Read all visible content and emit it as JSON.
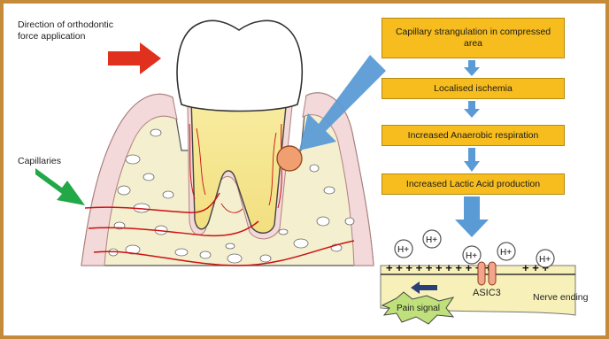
{
  "labels": {
    "force_direction": "Direction of orthodontic force application",
    "capillaries": "Capillaries",
    "channel": "ASIC3",
    "nerve_ending": "Nerve ending",
    "pain_signal": "Pain signal"
  },
  "flow_steps": [
    "Capillary strangulation in compressed area",
    "Localised  ischemia",
    "Increased Anaerobic respiration",
    "Increased Lactic Acid production"
  ],
  "ions": [
    "H+",
    "H+",
    "H+",
    "H+",
    "H+"
  ],
  "colors": {
    "frame": "#c58a3a",
    "step_box": "#f7bd1e",
    "flow_arrow": "#5b9bd5",
    "force_arrow": "#e0301e",
    "capillary_arrow": "#22a846",
    "capillary": "#cc1111",
    "gum": "#f3d9d9",
    "bone": "#f4efcf",
    "root": "#f4e488",
    "crown": "#ffffff",
    "compression_zone": "#f0a070",
    "channel": "#f2a58a",
    "nerve_membrane": "#f7f0b8",
    "pain_signal": "#bfe07a"
  },
  "icons": [
    "red-force-arrow",
    "green-pointer-arrow",
    "blue-down-arrow",
    "orange-compression-circle",
    "pain-burst"
  ]
}
